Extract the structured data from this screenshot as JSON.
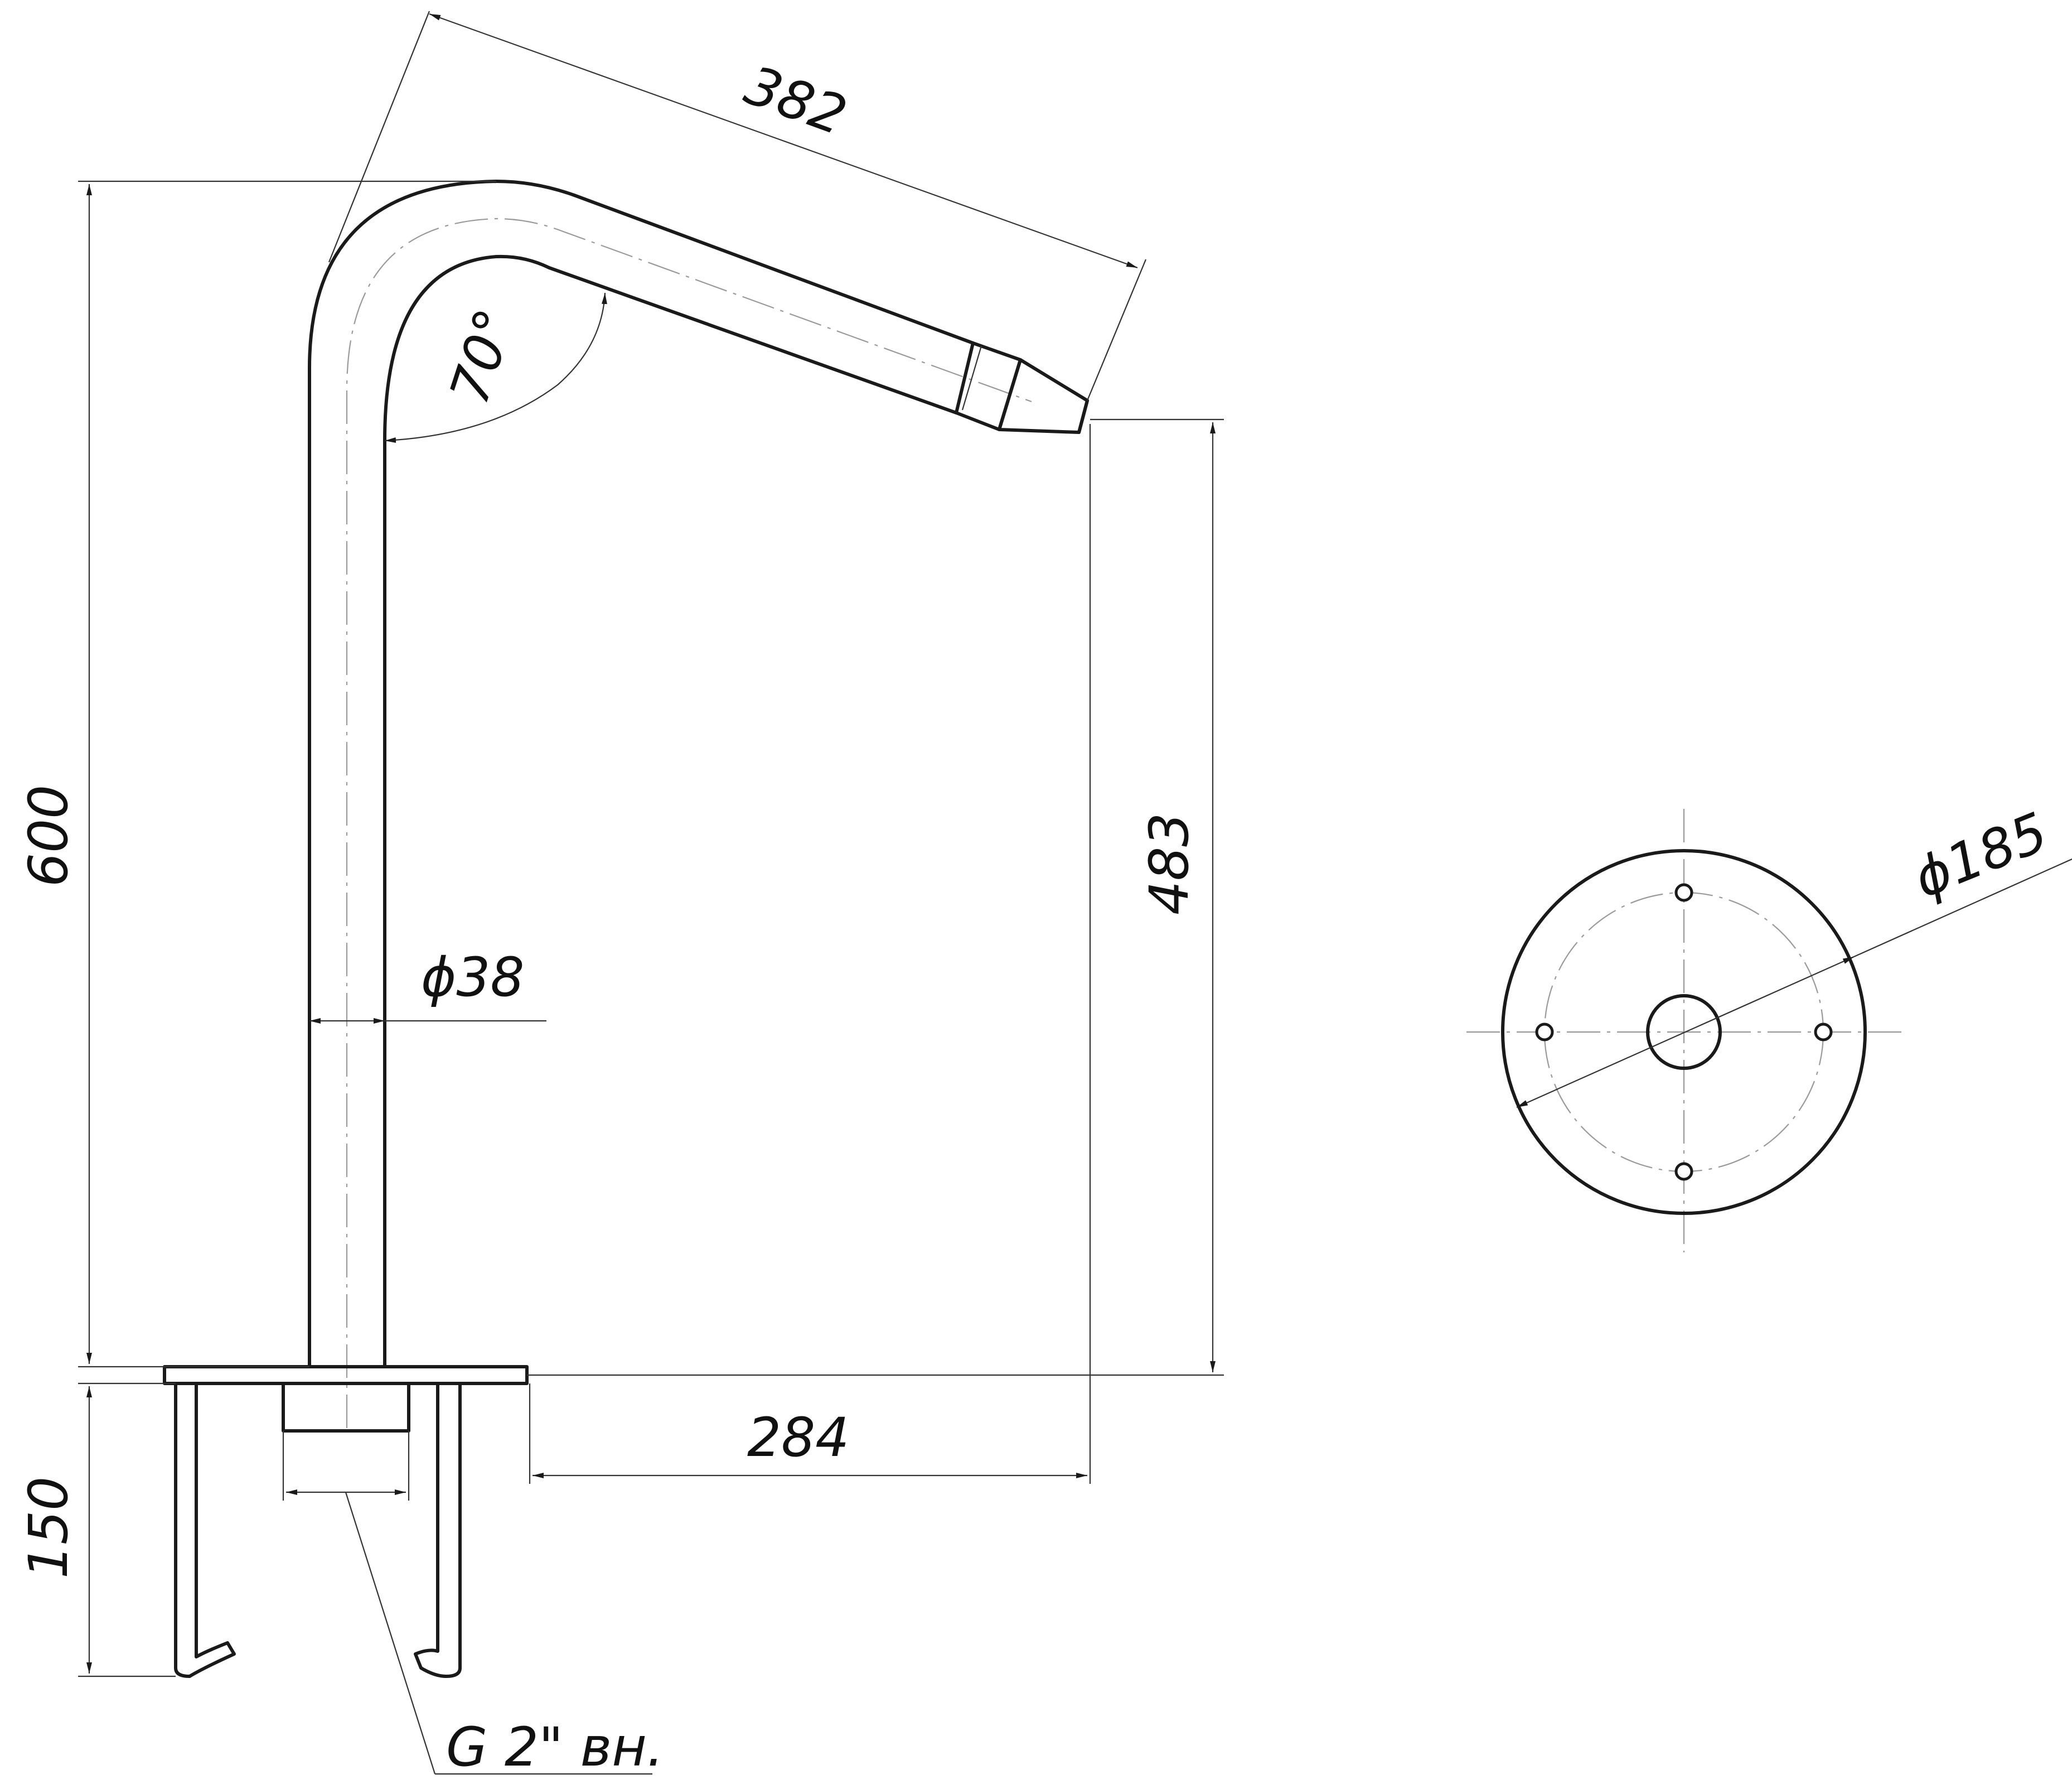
{
  "dimensions": {
    "spout_length": "382",
    "total_height": "600",
    "outlet_height": "483",
    "angle": "70°",
    "tube_diameter": "ϕ38",
    "reach": "284",
    "anchor_depth": "150",
    "thread": "G 2\" вн.",
    "flange_diameter": "ϕ185"
  },
  "colors": {
    "line": "#1a1a1a",
    "centerline": "#9a9a9a",
    "background": "#ffffff"
  }
}
